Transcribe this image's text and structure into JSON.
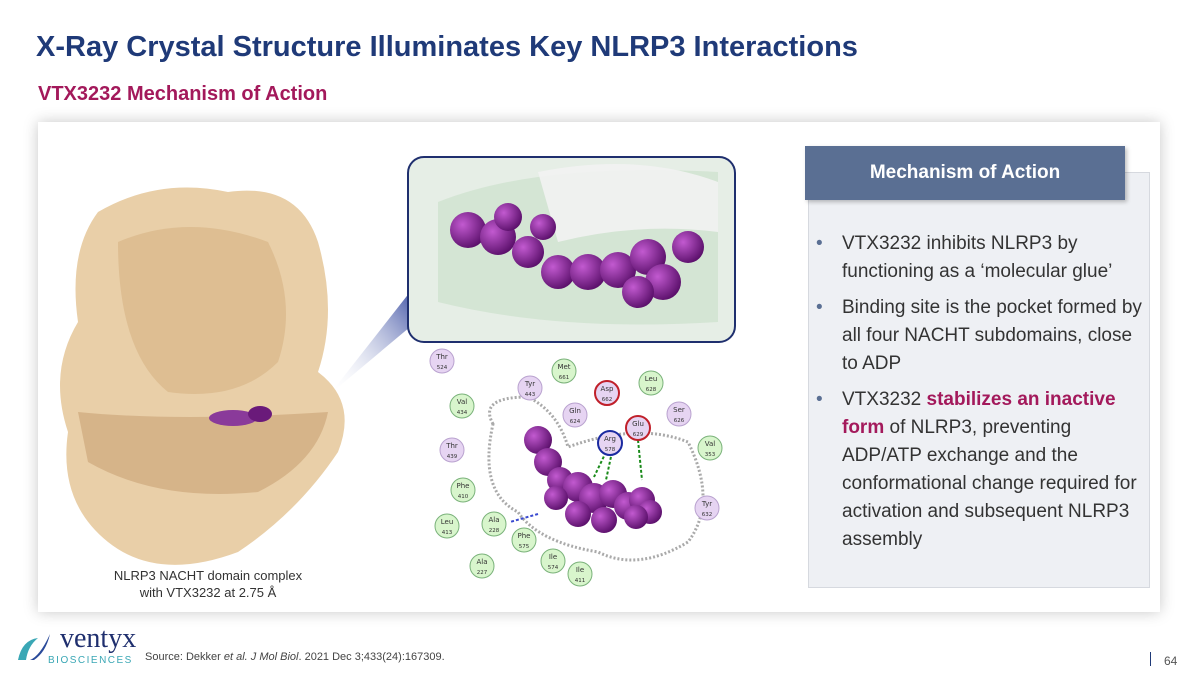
{
  "title": "X-Ray Crystal Structure Illuminates Key NLRP3 Interactions",
  "subtitle": "VTX3232 Mechanism of Action",
  "figure": {
    "caption_line1": "NLRP3 NACHT domain complex",
    "caption_line2": "with VTX3232 at 2.75 Å",
    "residues": [
      {
        "name": "Thr",
        "num": "524",
        "type": "polar"
      },
      {
        "name": "Met",
        "num": "661",
        "type": "hydrophobic"
      },
      {
        "name": "Tyr",
        "num": "443",
        "type": "polar"
      },
      {
        "name": "Leu",
        "num": "628",
        "type": "hydrophobic"
      },
      {
        "name": "Asp",
        "num": "662",
        "type": "negative"
      },
      {
        "name": "Val",
        "num": "434",
        "type": "hydrophobic"
      },
      {
        "name": "Gln",
        "num": "624",
        "type": "polar"
      },
      {
        "name": "Ser",
        "num": "626",
        "type": "polar"
      },
      {
        "name": "Glu",
        "num": "629",
        "type": "negative"
      },
      {
        "name": "Arg",
        "num": "578",
        "type": "positive"
      },
      {
        "name": "Thr",
        "num": "439",
        "type": "polar"
      },
      {
        "name": "Val",
        "num": "353",
        "type": "hydrophobic"
      },
      {
        "name": "Phe",
        "num": "410",
        "type": "hydrophobic"
      },
      {
        "name": "Tyr",
        "num": "632",
        "type": "polar"
      },
      {
        "name": "Leu",
        "num": "413",
        "type": "hydrophobic"
      },
      {
        "name": "Ala",
        "num": "228",
        "type": "hydrophobic"
      },
      {
        "name": "Phe",
        "num": "575",
        "type": "hydrophobic"
      },
      {
        "name": "Ile",
        "num": "574",
        "type": "hydrophobic"
      },
      {
        "name": "Ala",
        "num": "227",
        "type": "hydrophobic"
      },
      {
        "name": "Ile",
        "num": "411",
        "type": "hydrophobic"
      }
    ]
  },
  "moa": {
    "header": "Mechanism of Action",
    "bullet1": "VTX3232 inhibits NLRP3 by functioning as a ‘molecular glue’",
    "bullet2": "Binding site is the pocket formed by all four NACHT subdomains, close to ADP",
    "bullet3_pre": "VTX3232 ",
    "bullet3_hl": "stabilizes an inactive form",
    "bullet3_post": " of NLRP3, preventing ADP/ATP exchange and the conformational change required for activation and subsequent NLRP3 assembly"
  },
  "footer": {
    "logo_word": "ventyx",
    "logo_sub": "BIOSCIENCES",
    "source_pre": "Source: Dekker ",
    "source_em": "et al. J Mol Biol",
    "source_post": ". 2021 Dec 3;433(24):167309.",
    "page": "64"
  },
  "colors": {
    "title": "#1f3a78",
    "accent": "#a3195b",
    "header": "#5a6f93",
    "ligand": "#7a1f8a"
  }
}
